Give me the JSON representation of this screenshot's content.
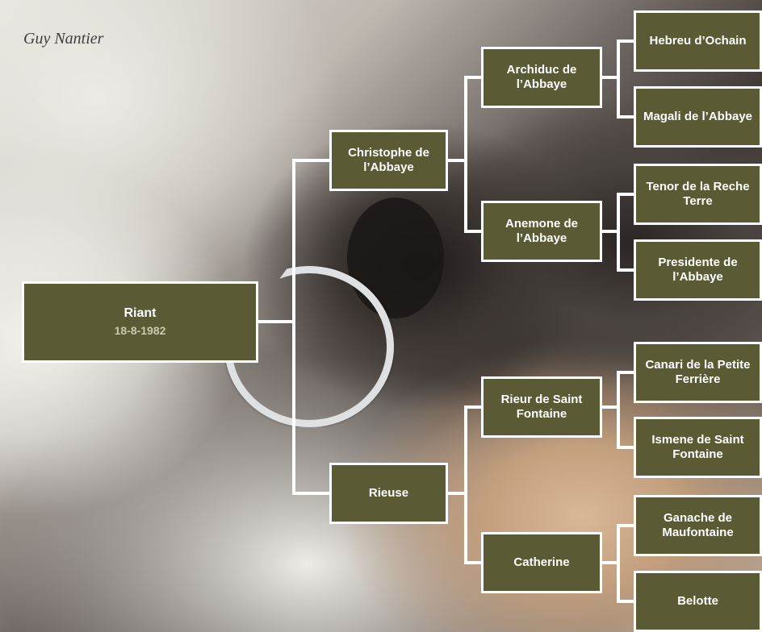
{
  "author": "Guy Nantier",
  "colors": {
    "node_fill": "#5a5a34",
    "node_border": "#ffffff",
    "connector": "#ffffff",
    "date_text": "#c9c9b0"
  },
  "pedigree": {
    "subject": {
      "name": "Riant",
      "date": "18-8-1982"
    },
    "sire": {
      "name": "Christophe de l’Abbaye",
      "sire": {
        "name": "Archiduc de l’Abbaye",
        "sire": {
          "name": "Hebreu d’Ochain"
        },
        "dam": {
          "name": "Magali de l’Abbaye"
        }
      },
      "dam": {
        "name": "Anemone de l’Abbaye",
        "sire": {
          "name": "Tenor de la Reche Terre"
        },
        "dam": {
          "name": "Presidente de l’Abbaye"
        }
      }
    },
    "dam": {
      "name": "Rieuse",
      "sire": {
        "name": "Rieur de Saint Fontaine",
        "sire": {
          "name": "Canari de la Petite Ferrière"
        },
        "dam": {
          "name": "Ismene de Saint Fontaine"
        }
      },
      "dam": {
        "name": "Catherine",
        "sire": {
          "name": "Ganache de Maufontaine"
        },
        "dam": {
          "name": "Belotte"
        }
      }
    }
  }
}
